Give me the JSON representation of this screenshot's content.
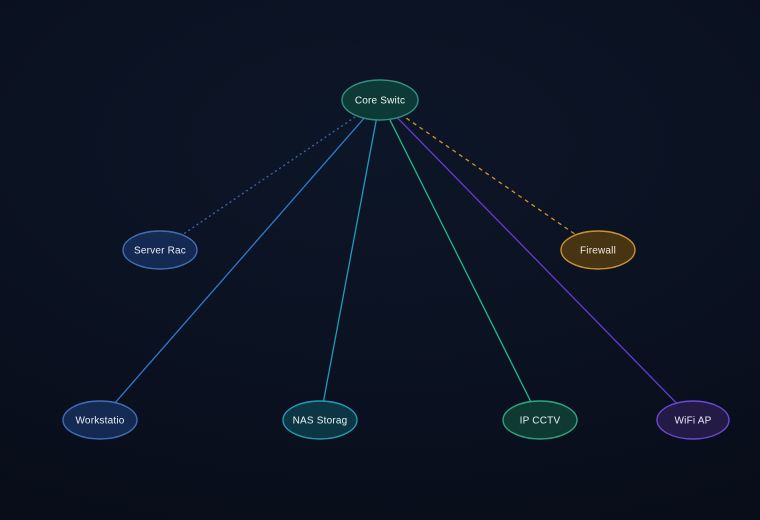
{
  "diagram": {
    "kind": "network-topology-graph",
    "background_color": "#0a101f",
    "nodes": [
      {
        "id": "core-switch",
        "label": "Core Switc",
        "fill": "#0d3a36",
        "stroke": "#33907f",
        "text_color": "#eef4f4"
      },
      {
        "id": "server-rack",
        "label": "Server Rac",
        "fill": "#152a52",
        "stroke": "#3f6db5",
        "text_color": "#e9eef8"
      },
      {
        "id": "firewall",
        "label": "Firewall",
        "fill": "#46341372",
        "stroke": "#c9902f",
        "text_color": "#f2ecdc"
      },
      {
        "id": "workstation",
        "label": "Workstatio",
        "fill": "#152a52",
        "stroke": "#3f6db5",
        "text_color": "#e9eef8"
      },
      {
        "id": "nas-storage",
        "label": "NAS Storag",
        "fill": "#0d3644",
        "stroke": "#2596b8",
        "text_color": "#e6f3f6"
      },
      {
        "id": "ip-cctv",
        "label": "IP CCTV",
        "fill": "#0e3a33",
        "stroke": "#2aa57c",
        "text_color": "#e6f4ee"
      },
      {
        "id": "wifi-ap",
        "label": "WiFi AP",
        "fill": "#231b46",
        "stroke": "#6c48d6",
        "text_color": "#ece8f8"
      }
    ],
    "edges": [
      {
        "from": "core-switch",
        "to": "server-rack",
        "color": "#3d6db5",
        "style": "dotted"
      },
      {
        "from": "core-switch",
        "to": "workstation",
        "color": "#2f7fd6",
        "style": "solid"
      },
      {
        "from": "core-switch",
        "to": "nas-storage",
        "color": "#1fa3c9",
        "style": "solid"
      },
      {
        "from": "core-switch",
        "to": "ip-cctv",
        "color": "#27bf8b",
        "style": "solid"
      },
      {
        "from": "core-switch",
        "to": "wifi-ap",
        "color": "#6a3fd8",
        "style": "solid"
      },
      {
        "from": "core-switch",
        "to": "firewall",
        "color": "#d99b2b",
        "style": "dashed"
      }
    ]
  }
}
